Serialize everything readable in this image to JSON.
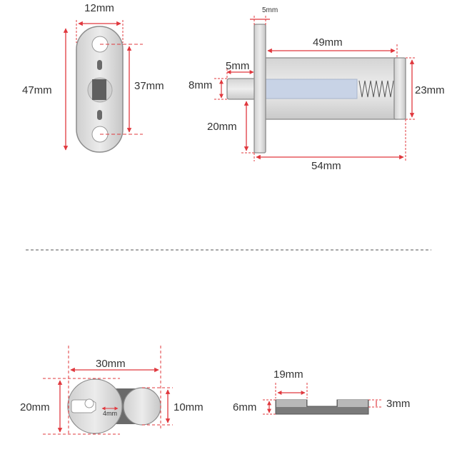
{
  "colors": {
    "dimension_line": "#e0383e",
    "part_fill": "#d9d9d9",
    "part_fill_dark": "#bdbdbd",
    "part_stroke": "#8c8c8c",
    "cavity": "#c8d3e6",
    "dark_part": "#6a6a6a",
    "text": "#333333"
  },
  "top_left_plate": {
    "width_label": "12mm",
    "height_label": "47mm",
    "hole_spacing_label": "37mm"
  },
  "top_right_latch": {
    "flange_thickness_label": "5mm",
    "body_length_label": "49mm",
    "pin_offset_label": "5mm",
    "pin_diameter_label": "8mm",
    "body_height_label": "23mm",
    "flange_lower_label": "20mm",
    "total_length_label": "54mm"
  },
  "bottom_left_end_view": {
    "width_label": "30mm",
    "height_label": "20mm",
    "small_circle_label": "10mm",
    "slot_label": "4mm"
  },
  "bottom_right_side_view": {
    "length_label": "19mm",
    "height_label": "6mm",
    "thickness_label": "3mm"
  }
}
